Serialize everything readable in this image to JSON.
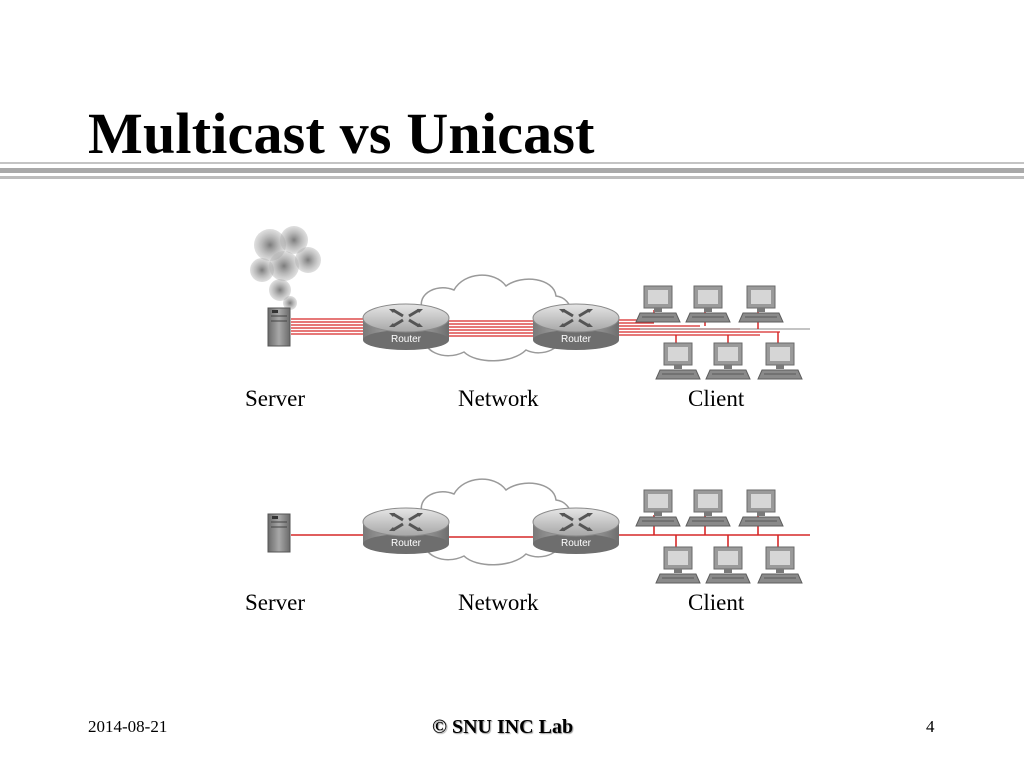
{
  "slide": {
    "title": "Multicast vs Unicast"
  },
  "diagrams": [
    {
      "id": "unicast",
      "router_label": "Router",
      "labels": {
        "server": "Server",
        "network": "Network",
        "client": "Client"
      }
    },
    {
      "id": "multicast",
      "router_label": "Router",
      "labels": {
        "server": "Server",
        "network": "Network",
        "client": "Client"
      }
    }
  ],
  "footer": {
    "date": "2014-08-21",
    "center": "© SNU INC Lab",
    "page": "4"
  },
  "colors": {
    "link": "#d62828",
    "router_body": "#8c8c8c",
    "cloud_stroke": "#9a9a9a",
    "rule": "#b3b3b3"
  }
}
